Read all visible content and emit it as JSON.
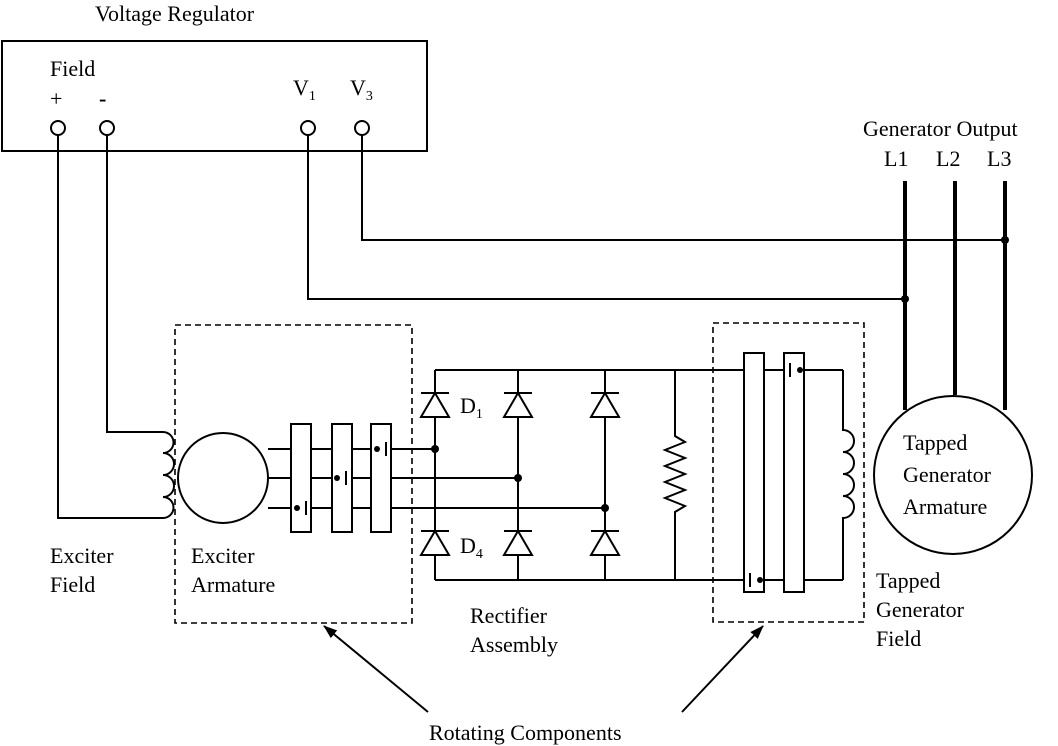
{
  "regulator": {
    "title": "Voltage Regulator",
    "field_label": "Field",
    "plus": "+",
    "minus": "-",
    "v1": "V",
    "v1_sub": "1",
    "v3": "V",
    "v3_sub": "3"
  },
  "generator_output": {
    "title": "Generator Output",
    "l1": "L1",
    "l2": "L2",
    "l3": "L3"
  },
  "exciter_field": {
    "line1": "Exciter",
    "line2": "Field"
  },
  "exciter_armature": {
    "line1": "Exciter",
    "line2": "Armature"
  },
  "diodes": {
    "d1": "D",
    "d1_sub": "1",
    "d4": "D",
    "d4_sub": "4"
  },
  "rectifier": {
    "line1": "Rectifier",
    "line2": "Assembly"
  },
  "armature": {
    "line1": "Tapped",
    "line2": "Generator",
    "line3": "Armature"
  },
  "field": {
    "line1": "Tapped",
    "line2": "Generator",
    "line3": "Field"
  },
  "rotating": "Rotating Components"
}
